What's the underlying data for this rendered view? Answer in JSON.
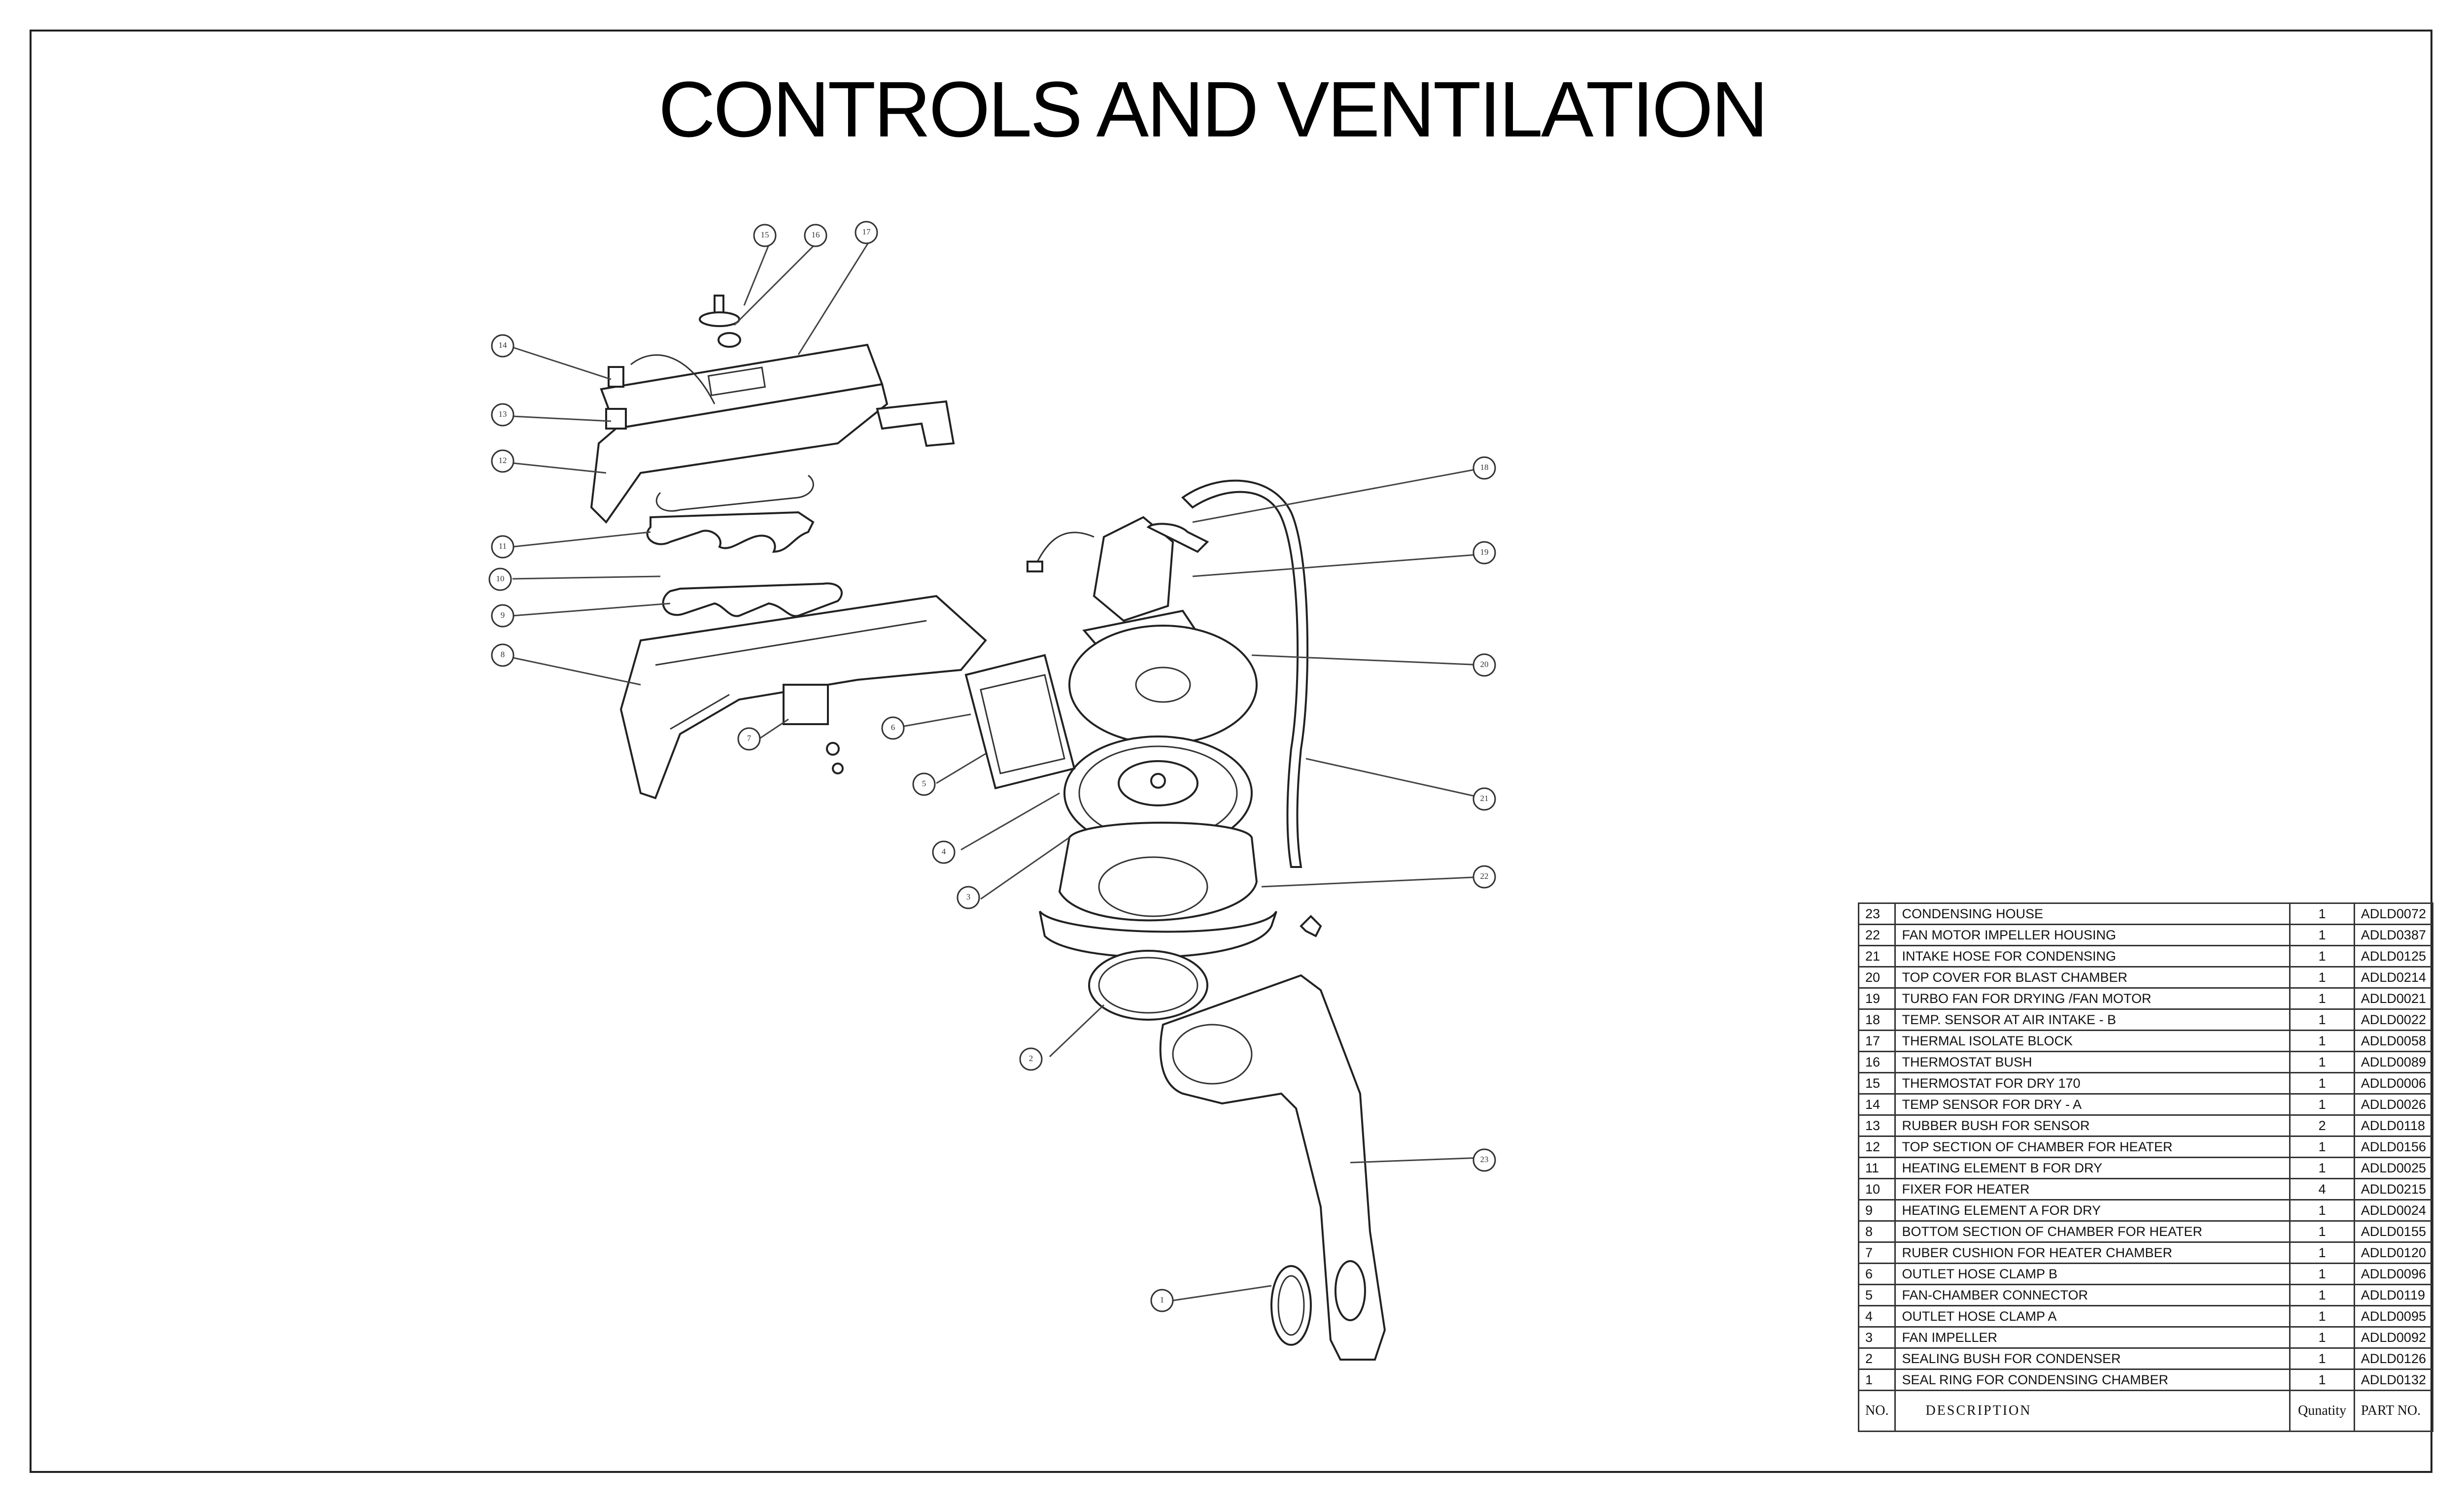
{
  "title": "CONTROLS AND VENTILATION",
  "callouts": [
    "15",
    "16",
    "17",
    "14",
    "13",
    "12",
    "11",
    "10",
    "9",
    "8",
    "7",
    "6",
    "5",
    "4",
    "3",
    "2",
    "1",
    "18",
    "19",
    "20",
    "21",
    "22",
    "23"
  ],
  "table": {
    "headers": {
      "no": "NO.",
      "description": "DESCRIPTION",
      "quantity": "Qunatity",
      "part_no": "PART NO."
    },
    "rows": [
      {
        "no": "23",
        "description": "CONDENSING HOUSE",
        "qty": "1",
        "part": "ADLD0072"
      },
      {
        "no": "22",
        "description": "FAN MOTOR IMPELLER HOUSING",
        "qty": "1",
        "part": "ADLD0387"
      },
      {
        "no": "21",
        "description": "INTAKE HOSE FOR CONDENSING",
        "qty": "1",
        "part": "ADLD0125"
      },
      {
        "no": "20",
        "description": "TOP COVER FOR BLAST CHAMBER",
        "qty": "1",
        "part": "ADLD0214"
      },
      {
        "no": "19",
        "description": "TURBO FAN FOR DRYING /FAN MOTOR",
        "qty": "1",
        "part": "ADLD0021"
      },
      {
        "no": "18",
        "description": "TEMP. SENSOR AT AIR INTAKE - B",
        "qty": "1",
        "part": "ADLD0022"
      },
      {
        "no": "17",
        "description": "THERMAL ISOLATE BLOCK",
        "qty": "1",
        "part": "ADLD0058"
      },
      {
        "no": "16",
        "description": "THERMOSTAT BUSH",
        "qty": "1",
        "part": "ADLD0089"
      },
      {
        "no": "15",
        "description": "THERMOSTAT FOR DRY 170",
        "qty": "1",
        "part": "ADLD0006"
      },
      {
        "no": "14",
        "description": "TEMP SENSOR FOR DRY - A",
        "qty": "1",
        "part": "ADLD0026"
      },
      {
        "no": "13",
        "description": "RUBBER BUSH FOR SENSOR",
        "qty": "2",
        "part": "ADLD0118"
      },
      {
        "no": "12",
        "description": "TOP SECTION OF CHAMBER FOR HEATER",
        "qty": "1",
        "part": "ADLD0156"
      },
      {
        "no": "11",
        "description": "HEATING ELEMENT B FOR DRY",
        "qty": "1",
        "part": "ADLD0025"
      },
      {
        "no": "10",
        "description": "FIXER FOR HEATER",
        "qty": "4",
        "part": "ADLD0215"
      },
      {
        "no": "9",
        "description": "HEATING ELEMENT A FOR DRY",
        "qty": "1",
        "part": "ADLD0024"
      },
      {
        "no": "8",
        "description": "BOTTOM SECTION OF CHAMBER FOR HEATER",
        "qty": "1",
        "part": "ADLD0155"
      },
      {
        "no": "7",
        "description": "RUBER CUSHION FOR HEATER CHAMBER",
        "qty": "1",
        "part": "ADLD0120"
      },
      {
        "no": "6",
        "description": "OUTLET HOSE CLAMP B",
        "qty": "1",
        "part": "ADLD0096"
      },
      {
        "no": "5",
        "description": "FAN-CHAMBER CONNECTOR",
        "qty": "1",
        "part": "ADLD0119"
      },
      {
        "no": "4",
        "description": "OUTLET HOSE CLAMP A",
        "qty": "1",
        "part": "ADLD0095"
      },
      {
        "no": "3",
        "description": "FAN IMPELLER",
        "qty": "1",
        "part": "ADLD0092"
      },
      {
        "no": "2",
        "description": "SEALING BUSH FOR CONDENSER",
        "qty": "1",
        "part": "ADLD0126"
      },
      {
        "no": "1",
        "description": "SEAL RING FOR CONDENSING CHAMBER",
        "qty": "1",
        "part": "ADLD0132"
      }
    ]
  }
}
